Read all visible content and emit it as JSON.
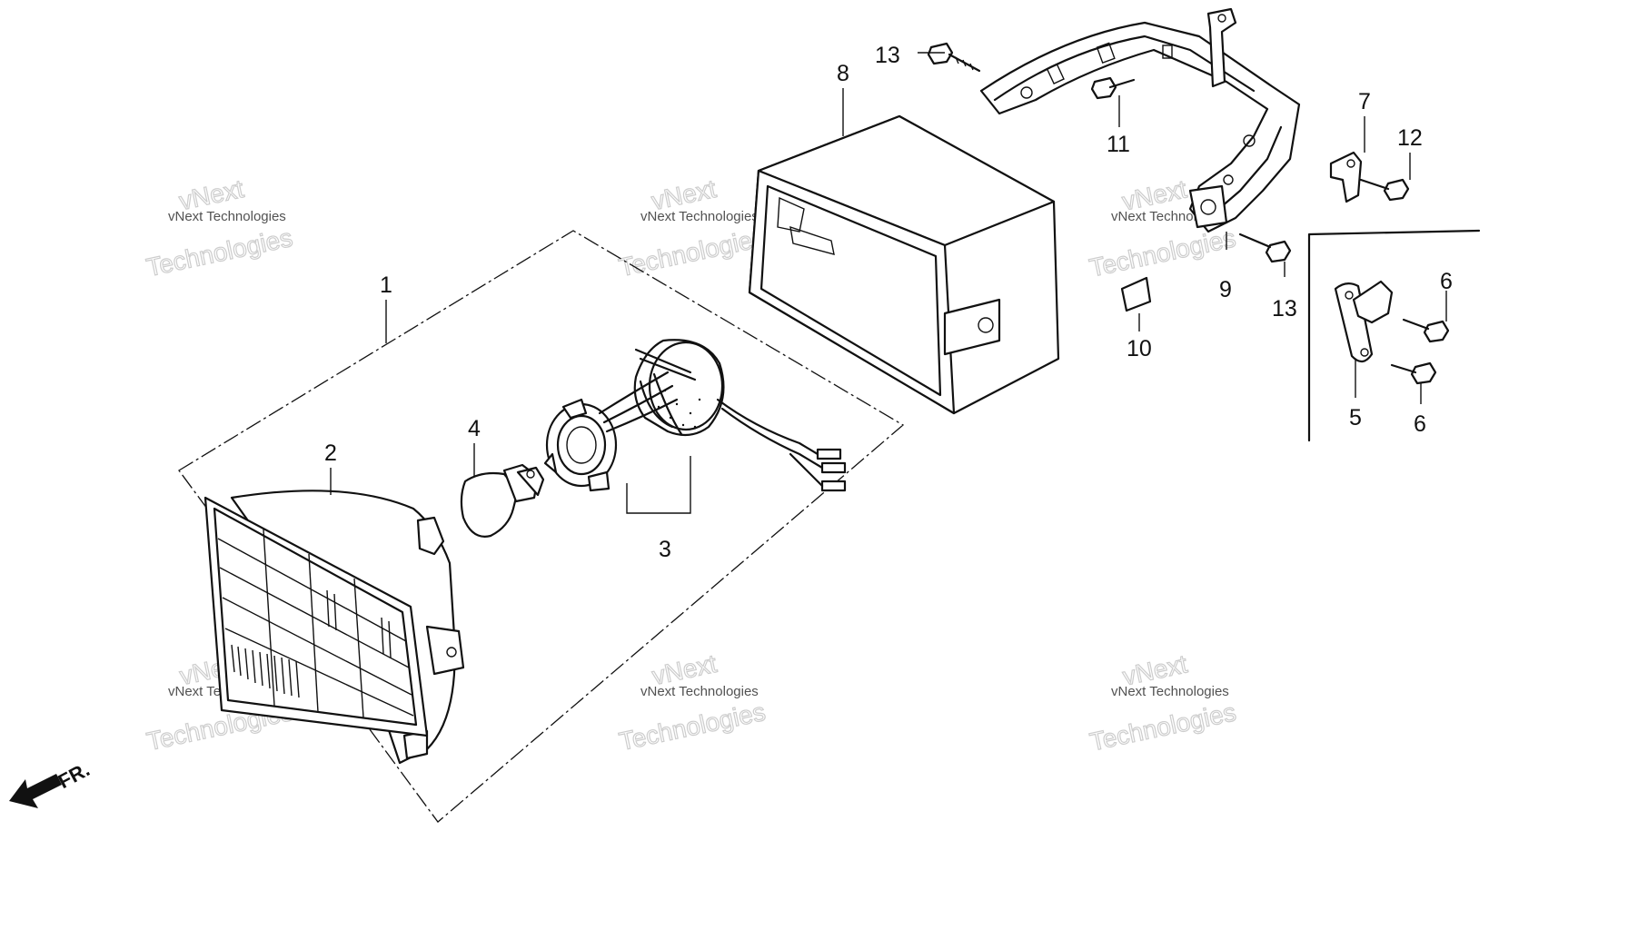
{
  "diagram": {
    "callouts": {
      "c1": "1",
      "c2": "2",
      "c3": "3",
      "c4": "4",
      "c5": "5",
      "c6a": "6",
      "c6b": "6",
      "c7": "7",
      "c8": "8",
      "c9": "9",
      "c10": "10",
      "c11": "11",
      "c12": "12",
      "c13a": "13",
      "c13b": "13"
    },
    "direction_label": "FR.",
    "watermark": {
      "line_small": "vNext Technologies",
      "big_line1": "vNext",
      "big_line2": "Technologies"
    }
  }
}
